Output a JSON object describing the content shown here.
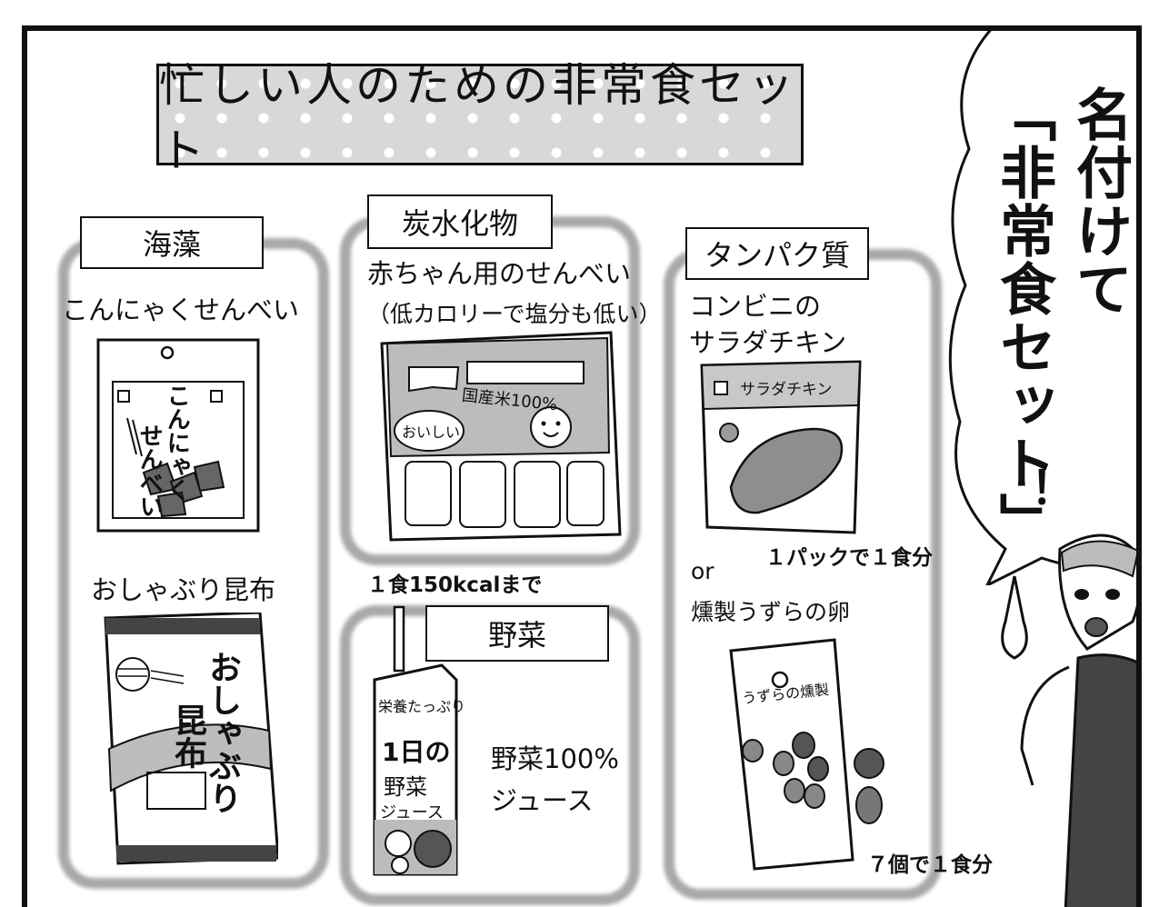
{
  "title": "忙しい人のための非常食セット",
  "categories": {
    "seaweed": {
      "label": "海藻",
      "item1": "こんにゃくせんべい",
      "item1_pkg_text": [
        "こんにゃく",
        "せんべい"
      ],
      "item2": "おしゃぶり昆布",
      "item2_pkg_text_a": "おしゃぶり",
      "item2_pkg_text_b": "昆布"
    },
    "carbs": {
      "label": "炭水化物",
      "item": "赤ちゃん用のせんべい",
      "note": "（低カロリーで塩分も低い）",
      "pkg_text_a": "国産米100%",
      "pkg_text_b": "おいしい",
      "limit": "１食150kcalまで"
    },
    "vegetables": {
      "label": "野菜",
      "item_line1": "野菜100%",
      "item_line2": "ジュース",
      "pkg_text_a": "栄養たっぷり",
      "pkg_text_b": "1日の",
      "pkg_text_c": "野菜",
      "pkg_text_d": "ジュース"
    },
    "protein": {
      "label": "タンパク質",
      "item1_line1": "コンビニの",
      "item1_line2": "サラダチキン",
      "item1_pkg_text": "サラダチキン",
      "item1_portion": "１パックで１食分",
      "or": "or",
      "item2": "燻製うずらの卵",
      "item2_pkg_text": "うずらの燻製",
      "item2_portion": "７個で１食分"
    }
  },
  "bubble": {
    "col1": "名付けて",
    "col2": "「非常食セット」",
    "col3": "！"
  },
  "colors": {
    "frame": "#9a9a9a",
    "ink": "#111111",
    "tone": "#d8d8d8"
  }
}
